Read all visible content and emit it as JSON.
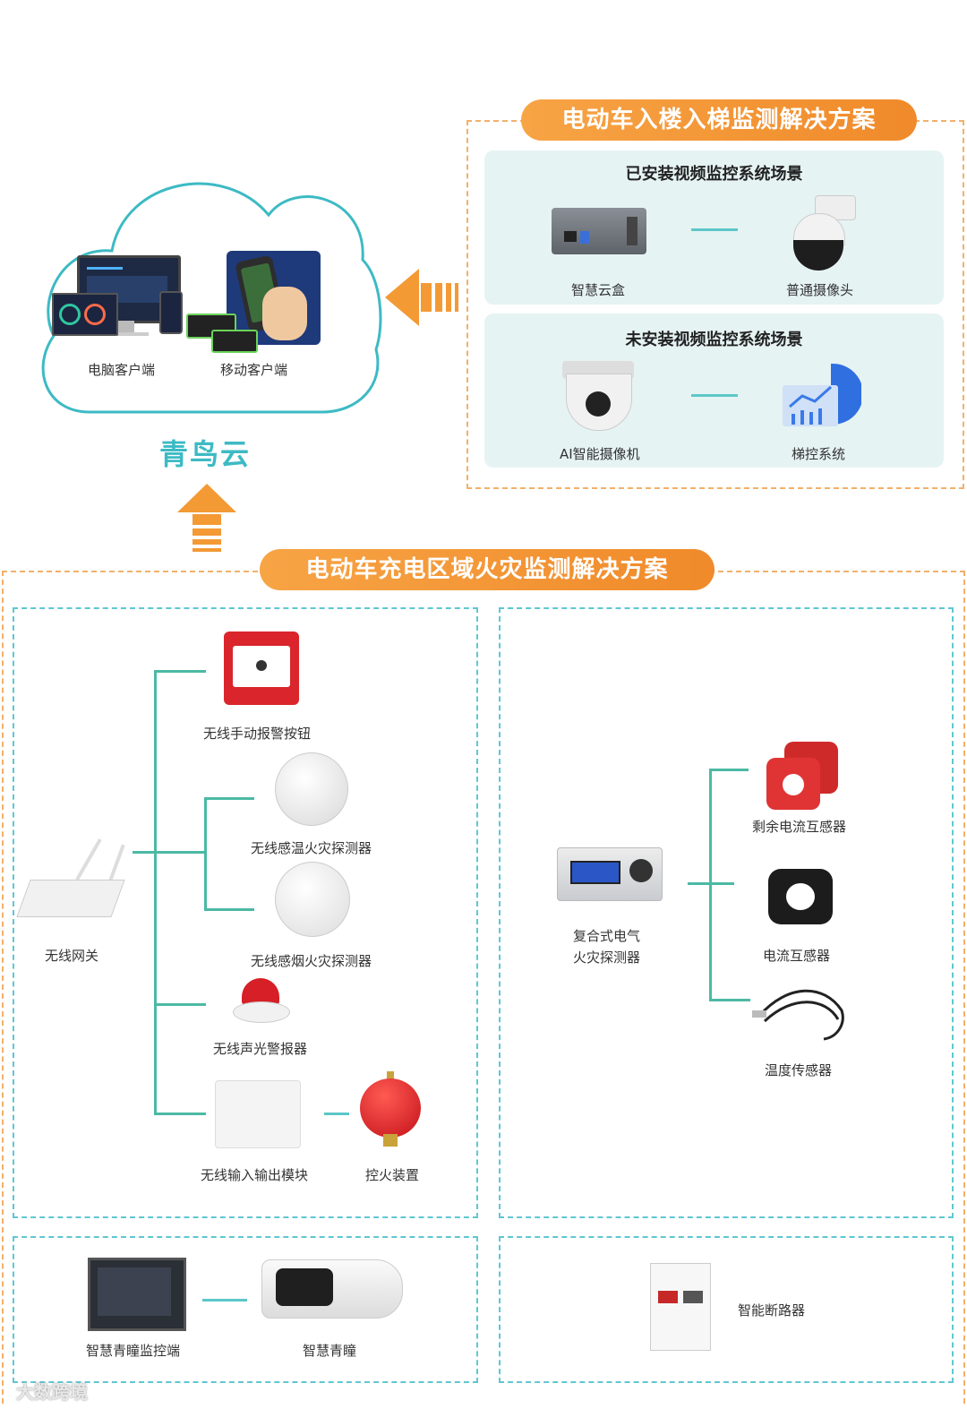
{
  "cloud": {
    "title": "青鸟云",
    "pc_label": "电脑客户端",
    "mobile_label": "移动客户端"
  },
  "elevator": {
    "title": "电动车入楼入梯监测解决方案",
    "scene1": {
      "title": "已安装视频监控系统场景",
      "device_a": "智慧云盒",
      "device_b": "普通摄像头"
    },
    "scene2": {
      "title": "未安装视频监控系统场景",
      "device_a": "AI智能摄像机",
      "device_b": "梯控系统"
    }
  },
  "charging": {
    "title": "电动车充电区域火灾监测解决方案",
    "gateway": "无线网关",
    "devices": {
      "manual_button": "无线手动报警按钮",
      "heat_detector": "无线感温火灾探测器",
      "smoke_detector": "无线感烟火灾探测器",
      "sounder": "无线声光警报器",
      "io_module": "无线输入输出模块",
      "extinguisher": "控火装置"
    },
    "electrical": {
      "detector_line1": "复合式电气",
      "detector_line2": "火灾探测器",
      "residual_ct": "剩余电流互感器",
      "ct": "电流互感器",
      "temp_sensor": "温度传感器"
    },
    "bottom": {
      "monitor": "智慧青瞳监控端",
      "camera": "智慧青瞳",
      "breaker": "智能断路器"
    }
  },
  "watermark": "大数跨境",
  "colors": {
    "orange": "#f39a35",
    "teal": "#3dbac4",
    "line_green": "#4cb9a4",
    "scene_bg": "#e6f3f3"
  }
}
